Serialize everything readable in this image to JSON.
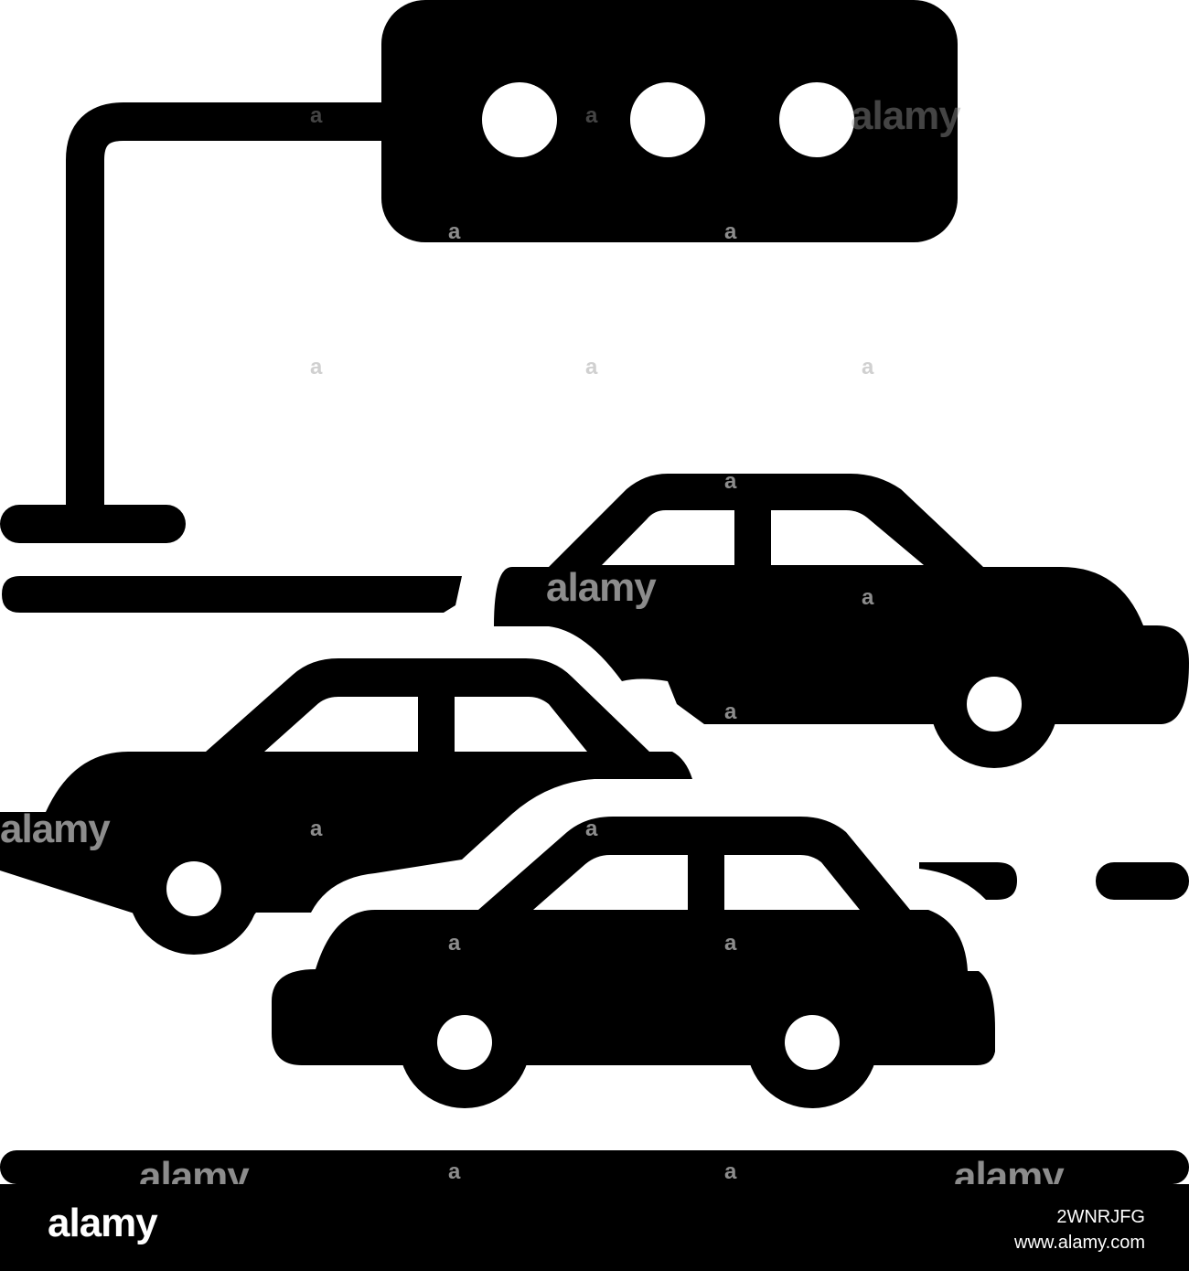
{
  "colors": {
    "icon": "#000000",
    "background": "#ffffff",
    "watermark": "#9a9a9a"
  },
  "icon": {
    "name": "traffic-jam-icon"
  },
  "watermarks": [
    "alamy",
    "a"
  ],
  "footer": {
    "brand": "alamy",
    "image_id": "2WNRJFG",
    "url": "www.alamy.com"
  }
}
